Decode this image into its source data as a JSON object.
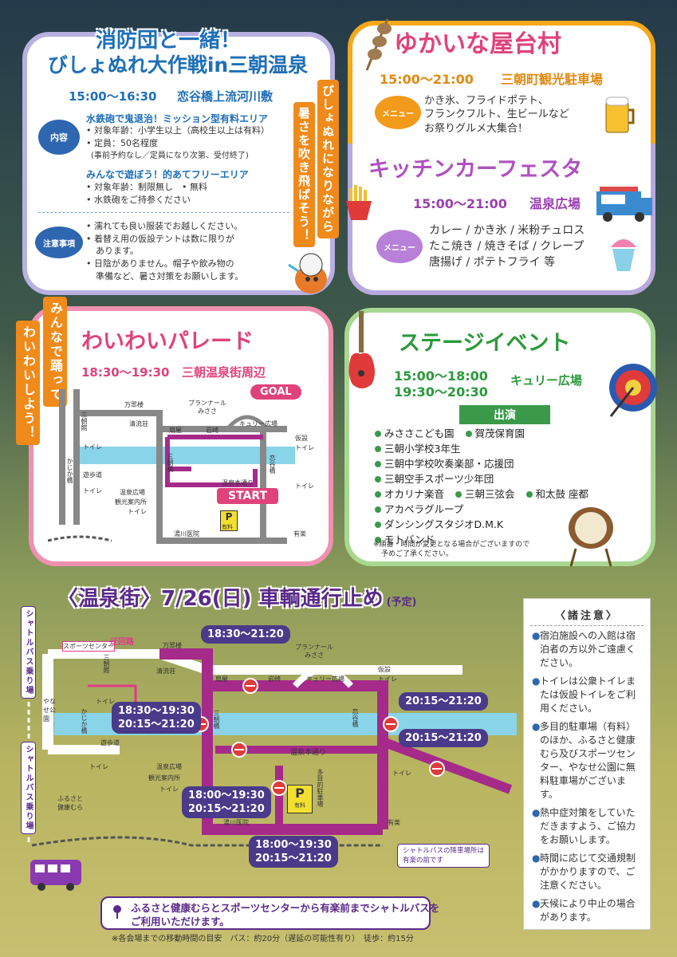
{
  "sec1": {
    "title1": "消防団と一緒！",
    "title2": "びしょぬれ大作戦in三朝温泉",
    "time": "15:00〜16:30",
    "place": "恋谷橋上流河川敷",
    "naiyo": "内容",
    "sub1": "水鉄砲で鬼退治！ミッション型有料エリア",
    "s1l1": "• 対象年齢：小学生以上（高校生以上は有料）",
    "s1l2": "• 定員：50名程度",
    "s1l3": "(事前予約なし／定員になり次第、受付終了)",
    "sub2": "みんなで遊ぼう！的あてフリーエリア",
    "s2l1": "• 対象年齢：制限無し　• 無料",
    "s2l2": "• 水鉄砲をご持参ください",
    "chui": "注意事項",
    "c1": "• 濡れても良い服装でお越しください。",
    "c2": "• 着替え用の仮設テントは数に限りが",
    "c3": "あります。",
    "c4": "• 日陰がありません。帽子や飲み物の",
    "c5": "準備など、暑さ対策をお願いします。",
    "v1": "びしょぬれになりながら",
    "v2": "暑さを吹き飛ばそう！"
  },
  "sec2": {
    "title": "ゆかいな屋台村",
    "time": "15:00〜21:00",
    "place": "三朝町観光駐車場",
    "menu": "メニュー",
    "m1": "かき氷、フライドポテト、",
    "m2": "フランクフルト、生ビールなど",
    "m3": "お祭りグルメ大集合！"
  },
  "sec3": {
    "title": "キッチンカーフェスタ",
    "time": "15:00〜21:00",
    "place": "温泉広場",
    "menu": "メニュー",
    "m1": "カレー / かき氷 / 米粉チュロス",
    "m2": "たこ焼き / 焼きそば / クレープ",
    "m3": "唐揚げ / ポテトフライ 等"
  },
  "sec4": {
    "title": "わいわいパレード",
    "time": "18:30〜19:30",
    "place": "三朝温泉街周辺",
    "v1": "みんなで踊って",
    "v2": "わいわいしよう！",
    "goal": "GOAL",
    "start": "START",
    "labels": {
      "manrai": "万翆楼",
      "seiryu": "清流荘",
      "misasa": "三朝館",
      "toilet": "トイレ",
      "kajika": "かじか橋",
      "yuhodo": "遊歩道",
      "hiroba": "温泉広場",
      "kanko": "観光案内所",
      "ogiya": "扇屋",
      "iwasaki": "岩崎",
      "kyuri": "キュリー広場",
      "pura": "プランナール",
      "pura2": "みささ",
      "kasetsu": "仮設",
      "koitani": "恋谷橋",
      "honmachi": "温泉本通り",
      "yugawa": "湯川医院",
      "uraku": "有楽",
      "p": "P",
      "yuryo": "有料",
      "misasa2": "三朝橋"
    }
  },
  "sec5": {
    "title": "ステージイベント",
    "t1": "15:00〜18:00",
    "t2": "19:30〜20:30",
    "place": "キュリー広場",
    "shutsuen": "出演",
    "items": [
      "みささこども園",
      "賀茂保育園",
      "三朝小学校3年生",
      "三朝中学校吹奏楽部・応援団",
      "三朝空手スポーツ少年団",
      "オカリナ楽音",
      "三朝三弦会",
      "和太鼓 座都",
      "アカペラグループ",
      "ダンシングスタジオD.M.K",
      "モトバンド"
    ],
    "note1": "※順番・時間が変更となる場合がございますので",
    "note2": "予めご了承ください。"
  },
  "sec6": {
    "title": "〈温泉街〉7/26(日) 車輌通行止め",
    "yotei": "(予定)",
    "b1": "18:30〜21:20",
    "b2a": "18:30〜19:30",
    "b2b": "20:15〜21:20",
    "b3": "20:15〜21:20",
    "b4": "20:15〜21:20",
    "b5a": "18:00〜19:30",
    "b5b": "20:15〜21:20",
    "b6a": "18:00〜19:30",
    "b6b": "20:15〜21:20",
    "shuttle1": "シャトルバス乗り場",
    "shuttle2": "シャトルバス乗り場",
    "sports": "スポーツセンター",
    "ukai": "迂回路",
    "yanase": "やなせ公園",
    "furusato": "ふるさと健康むら",
    "tamoku": "多目的駐車場",
    "busstop1": "シャトルバスの降車場所は",
    "busstop2": "有楽の前です",
    "notice1": "ふるさと健康むらとスポーツセンターから有楽前までシャトルバスを",
    "notice2": "ご利用いただけます。",
    "foot": "※各会場までの移動時間の目安　バス：約20分（遅延の可能性有り）　徒歩：約15分"
  },
  "sec7": {
    "title": "〈諸注意〉",
    "items": [
      "宿泊施設への入館は宿泊者の方以外ご遠慮ください。",
      "トイレは公衆トイレまたは仮設トイレをご利用ください。",
      "多目的駐車場（有料）のほか、ふるさと健康むら及びスポーツセンター、やなせ公園に無料駐車場がございます。",
      "熱中症対策をしていただきますよう、ご協力をお願いします。",
      "時間に応じて交通規制がかかりますので、ご注意ください。",
      "天候により中止の場合があります。"
    ]
  }
}
